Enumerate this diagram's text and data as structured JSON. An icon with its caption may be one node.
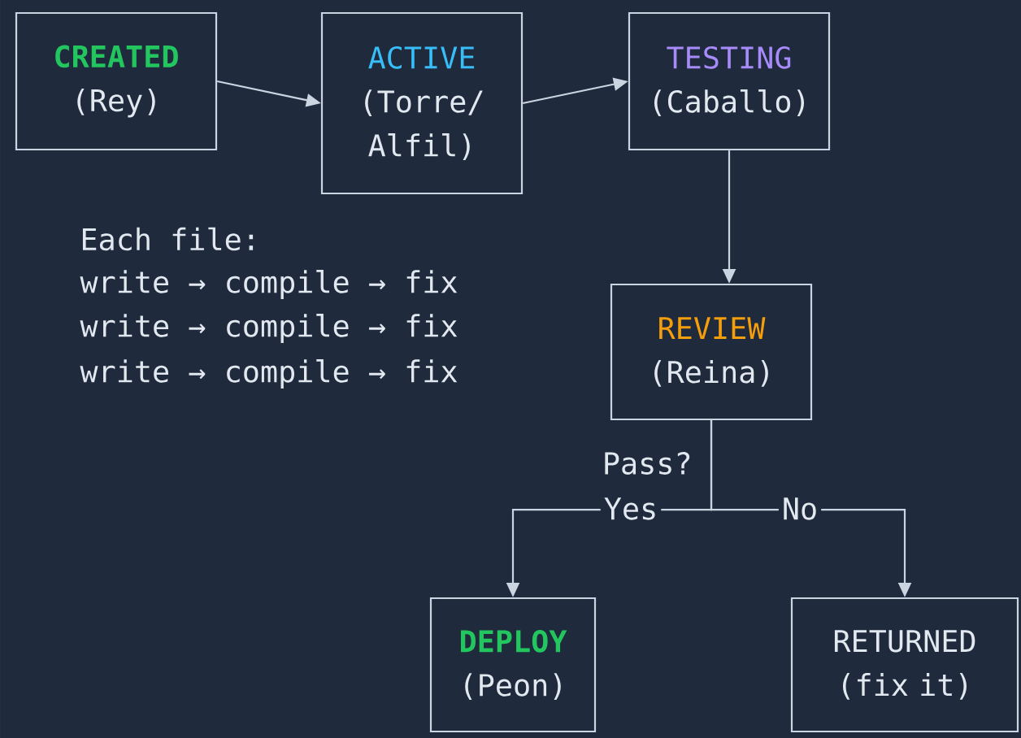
{
  "diagram": {
    "nodes": [
      {
        "text": [
          "CREATED",
          "(Rey)"
        ]
      },
      {
        "text": [
          "ACTIVE",
          "(Torre/ Alfil)"
        ]
      },
      {
        "text": [
          "TESTING",
          "(Caballo)"
        ]
      },
      {
        "text": [
          "REVIEW",
          "(Reina)"
        ]
      },
      {
        "text": [
          "DEPLOY",
          "(Peon)"
        ]
      },
      {
        "text": [
          "RETURNED",
          "(fix it)"
        ]
      }
    ],
    "edges": [
      {
        "from": 0,
        "to": 1,
        "arrow": "to"
      },
      {
        "from": 1,
        "to": 2,
        "arrow": "to"
      },
      {
        "from": 2,
        "to": 3,
        "arrow": "to"
      },
      {
        "from": 3,
        "to": 4,
        "arrow": "to",
        "label": "Yes"
      },
      {
        "from": 3,
        "to": 5,
        "arrow": "to",
        "label": "No"
      }
    ],
    "labels": [
      "Each file:",
      "write → compile → fix",
      "write → compile → fix",
      "write → compile → fix",
      "Pass?"
    ]
  }
}
